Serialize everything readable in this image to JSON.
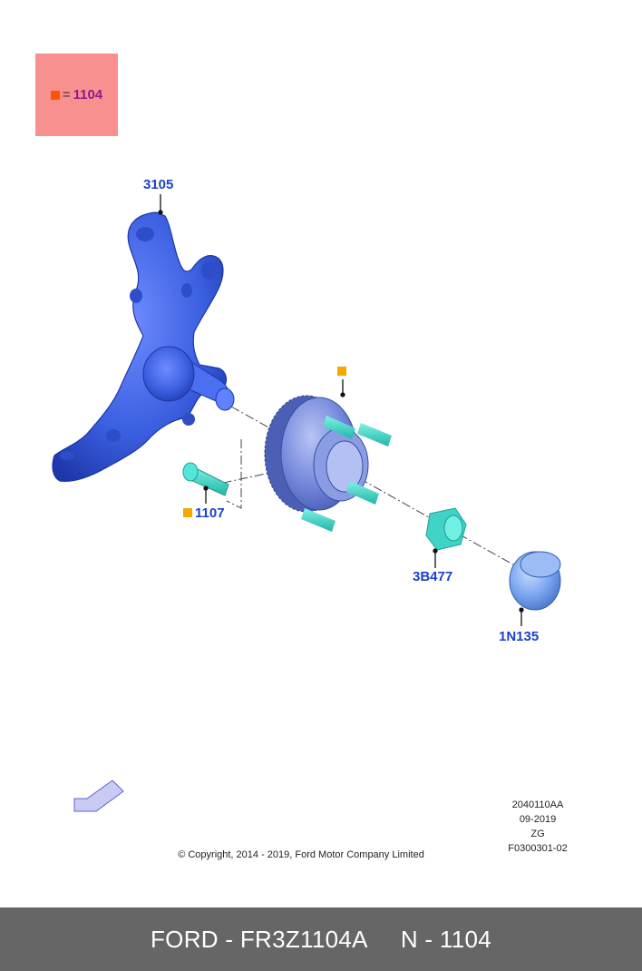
{
  "legend": {
    "marker_color": "#ff5500",
    "equals": "=",
    "label": "1104",
    "box_color": "#f99090"
  },
  "callouts": {
    "knuckle": "3105",
    "bolt": "1107",
    "nut": "3B477",
    "cap": "1N135"
  },
  "colors": {
    "knuckle": "#3a5fe0",
    "hub": "#6f84d9",
    "studs": "#40d9c9",
    "callout_text": "#1b3fd0",
    "marker": "#f5a800"
  },
  "direction_arrow_icon": "arrow-down-left-icon",
  "reference": {
    "line1": "2040110AA",
    "line2": "09-2019",
    "line3": "ZG",
    "line4": "F0300301-02"
  },
  "copyright": "© Copyright, 2014 - 2019, Ford Motor Company Limited",
  "footer": {
    "left": "FORD - FR3Z1104A",
    "right": "N - 1104"
  }
}
